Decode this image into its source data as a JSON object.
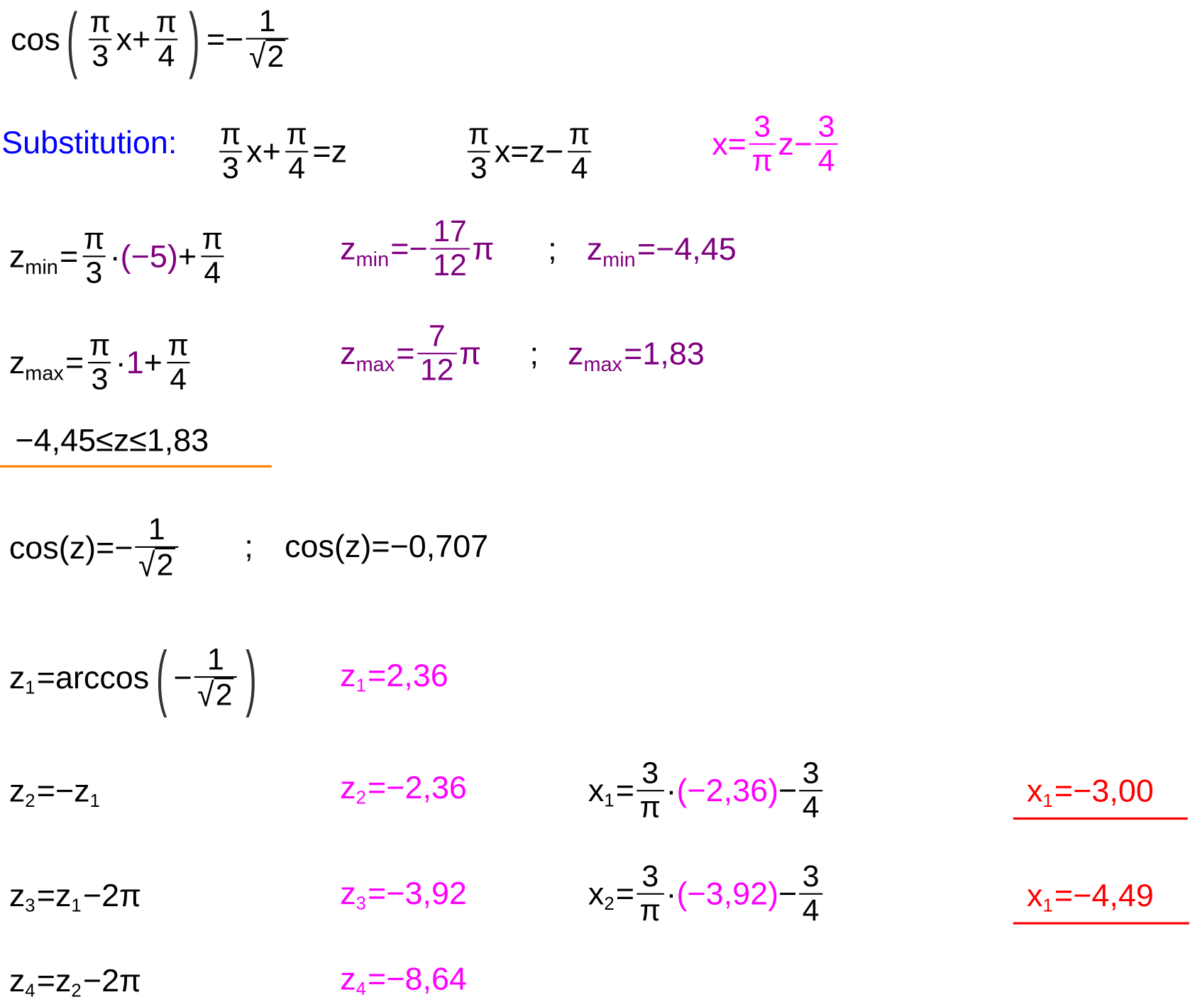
{
  "colors": {
    "black": "#000000",
    "blue": "#0000ff",
    "magenta": "#ff00ff",
    "purple": "#800080",
    "red": "#ff0000",
    "orange": "#ff8000"
  },
  "lines": [
    {
      "id": "equation",
      "items": [
        "cos",
        {
          "bp": [
            {
              "f": [
                "π",
                "3"
              ]
            },
            "x+",
            {
              "f": [
                "π",
                "4"
              ]
            }
          ]
        },
        "=−",
        {
          "f": [
            "1",
            {
              "sq": "2"
            }
          ]
        }
      ]
    },
    {
      "id": "substitution-label",
      "color": "blue",
      "items": [
        "Substitution:"
      ]
    },
    {
      "id": "substitution-eq",
      "items": [
        {
          "f": [
            "π",
            "3"
          ]
        },
        "x+",
        {
          "f": [
            "π",
            "4"
          ]
        },
        "=z"
      ]
    },
    {
      "id": "substitution-rearranged",
      "items": [
        {
          "f": [
            "π",
            "3"
          ]
        },
        "x=z−",
        {
          "f": [
            "π",
            "4"
          ]
        }
      ]
    },
    {
      "id": "back-substitution",
      "color": "magenta",
      "items": [
        "x=",
        {
          "f": [
            "3",
            "π"
          ]
        },
        "z−",
        {
          "f": [
            "3",
            "4"
          ]
        }
      ]
    },
    {
      "id": "zmin-formula",
      "items": [
        "z",
        {
          "s": "min"
        },
        "=",
        {
          "f": [
            "π",
            "3"
          ]
        },
        "·",
        {
          "c": "purple",
          "items": [
            "(−5)"
          ]
        },
        "+",
        {
          "f": [
            "π",
            "4"
          ]
        }
      ]
    },
    {
      "id": "zmin-exact",
      "color": "purple",
      "items": [
        "z",
        {
          "s": "min"
        },
        "=−",
        {
          "f": [
            "17",
            "12"
          ]
        },
        "π"
      ]
    },
    {
      "id": "zmin-sep",
      "items": [
        ";"
      ]
    },
    {
      "id": "zmin-value",
      "color": "purple",
      "items": [
        "z",
        {
          "s": "min"
        },
        "=−4,45"
      ]
    },
    {
      "id": "zmax-formula",
      "items": [
        "z",
        {
          "s": "max"
        },
        "=",
        {
          "f": [
            "π",
            "3"
          ]
        },
        "·",
        {
          "c": "purple",
          "items": [
            "1"
          ]
        },
        "+",
        {
          "f": [
            "π",
            "4"
          ]
        }
      ]
    },
    {
      "id": "zmax-exact",
      "color": "purple",
      "items": [
        "z",
        {
          "s": "max"
        },
        "=",
        {
          "f": [
            "7",
            "12"
          ]
        },
        "π"
      ]
    },
    {
      "id": "zmax-sep",
      "items": [
        ";"
      ]
    },
    {
      "id": "zmax-value",
      "color": "purple",
      "items": [
        "z",
        {
          "s": "max"
        },
        "=1,83"
      ]
    },
    {
      "id": "z-interval",
      "items": [
        "−4,45≤z≤1,83"
      ]
    },
    {
      "id": "cos-z-exact",
      "items": [
        "cos(z)=−",
        {
          "f": [
            "1",
            {
              "sq": "2"
            }
          ]
        }
      ]
    },
    {
      "id": "cos-z-sep",
      "items": [
        ";"
      ]
    },
    {
      "id": "cos-z-value",
      "items": [
        "cos(z)=−0,707"
      ]
    },
    {
      "id": "z1-formula",
      "items": [
        "z",
        {
          "s": "1",
          "small": true
        },
        "=arccos",
        {
          "bp": [
            "−",
            {
              "f": [
                "1",
                {
                  "sq": "2"
                }
              ]
            }
          ]
        }
      ]
    },
    {
      "id": "z1-value",
      "color": "magenta",
      "items": [
        "z",
        {
          "s": "1",
          "small": true
        },
        "=2,36"
      ]
    },
    {
      "id": "z2-formula",
      "items": [
        "z",
        {
          "s": "2",
          "small": true
        },
        "=−z",
        {
          "s": "1",
          "small": true
        }
      ]
    },
    {
      "id": "z2-value",
      "color": "magenta",
      "items": [
        "z",
        {
          "s": "2",
          "small": true
        },
        "=−2,36"
      ]
    },
    {
      "id": "x1-formula",
      "items": [
        "x",
        {
          "s": "1",
          "small": true
        },
        "=",
        {
          "f": [
            "3",
            "π"
          ]
        },
        "·",
        {
          "c": "magenta",
          "items": [
            "(−2,36)"
          ]
        },
        "−",
        {
          "f": [
            "3",
            "4"
          ]
        }
      ]
    },
    {
      "id": "x1-result",
      "color": "red",
      "items": [
        "x",
        {
          "s": "1",
          "small": true
        },
        "=−3,00"
      ]
    },
    {
      "id": "z3-formula",
      "items": [
        "z",
        {
          "s": "3",
          "small": true
        },
        "=z",
        {
          "s": "1",
          "small": true
        },
        "−2π"
      ]
    },
    {
      "id": "z3-value",
      "color": "magenta",
      "items": [
        "z",
        {
          "s": "3",
          "small": true
        },
        "=−3,92"
      ]
    },
    {
      "id": "x2-formula",
      "items": [
        "x",
        {
          "s": "2",
          "small": true
        },
        "=",
        {
          "f": [
            "3",
            "π"
          ]
        },
        "·",
        {
          "c": "magenta",
          "items": [
            "(−3,92)"
          ]
        },
        "−",
        {
          "f": [
            "3",
            "4"
          ]
        }
      ]
    },
    {
      "id": "x2-result",
      "color": "red",
      "items": [
        "x",
        {
          "s": "1",
          "small": true
        },
        "=−4,49"
      ]
    },
    {
      "id": "z4-formula",
      "items": [
        "z",
        {
          "s": "4",
          "small": true
        },
        "=z",
        {
          "s": "2",
          "small": true
        },
        "−2π"
      ]
    },
    {
      "id": "z4-value",
      "color": "magenta",
      "items": [
        "z",
        {
          "s": "4",
          "small": true
        },
        "=−8,64"
      ]
    }
  ]
}
